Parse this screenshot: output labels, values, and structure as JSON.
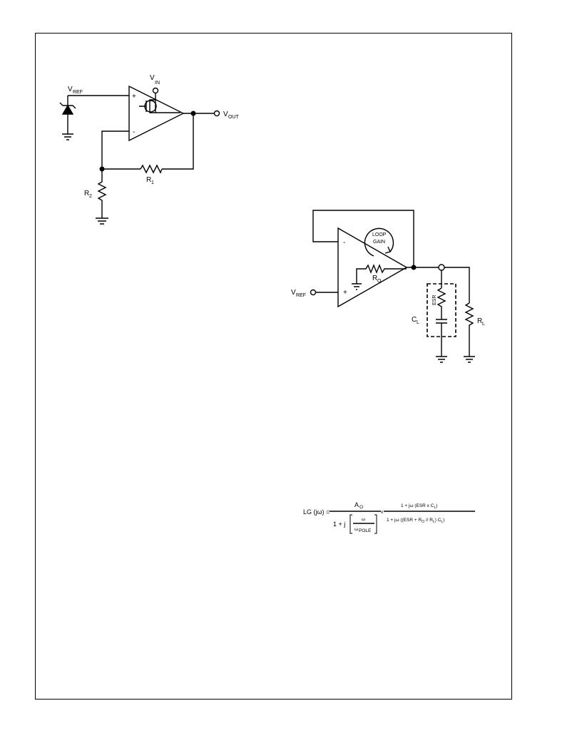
{
  "figure1": {
    "vref": "V",
    "vref_sub": "REF",
    "vin": "V",
    "vin_sub": "IN",
    "vout": "V",
    "vout_sub": "OUT",
    "plus": "+",
    "minus": "-",
    "r1": "R",
    "r1_sub": "1",
    "r2": "R",
    "r2_sub": "2"
  },
  "figure2": {
    "loop_line1": "LOOP",
    "loop_line2": "GAIN",
    "minus": "-",
    "plus": "+",
    "ro": "R",
    "ro_sub": "O",
    "vref": "V",
    "vref_sub": "REF",
    "esr": "ESR",
    "cl": "C",
    "cl_sub": "L",
    "rl": "R",
    "rl_sub": "L"
  },
  "equation": {
    "lhs": "LG (jω) =",
    "num1_main": "A",
    "num1_sub": "O",
    "den1_prefix": "1 + j",
    "den1_frac_num": "ω",
    "den1_frac_den_main": "ω",
    "den1_frac_den_sub": "POLE",
    "times": "x",
    "num2_a": "1 + jω (ESR x C",
    "num2_sub": "L",
    "num2_b": ")",
    "den2_a": "1 + jω ((ESR + R",
    "den2_sub1": "O",
    "den2_b": " // R",
    "den2_sub2": "L",
    "den2_c": ") C",
    "den2_sub3": "L",
    "den2_d": ")"
  }
}
